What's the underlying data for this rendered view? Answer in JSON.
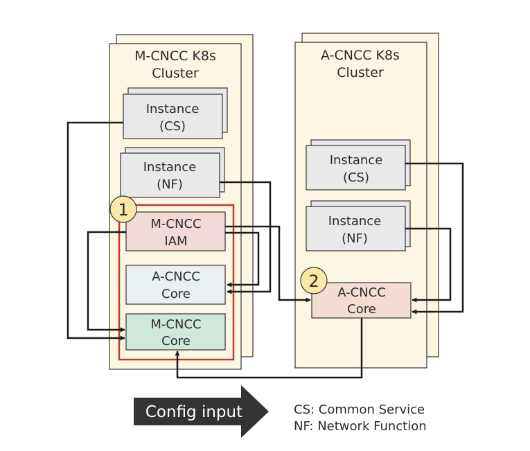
{
  "clusters": {
    "m_cncc": {
      "title_line1": "M-CNCC K8s",
      "title_line2": "Cluster"
    },
    "a_cncc": {
      "title_line1": "A-CNCC K8s",
      "title_line2": "Cluster"
    }
  },
  "components": {
    "m_instance_cs": {
      "line1": "Instance",
      "line2": "(CS)"
    },
    "m_instance_nf": {
      "line1": "Instance",
      "line2": "(NF)"
    },
    "m_cncc_iam": {
      "line1": "M-CNCC",
      "line2": "IAM"
    },
    "a_cncc_core_local": {
      "line1": "A-CNCC",
      "line2": "Core"
    },
    "m_cncc_core": {
      "line1": "M-CNCC",
      "line2": "Core"
    },
    "a_instance_cs": {
      "line1": "Instance",
      "line2": "(CS)"
    },
    "a_instance_nf": {
      "line1": "Instance",
      "line2": "(NF)"
    },
    "a_cncc_core_remote": {
      "line1": "A-CNCC",
      "line2": "Core"
    }
  },
  "markers": {
    "one": "1",
    "two": "2"
  },
  "config_input": "Config input",
  "legend": {
    "cs": "CS: Common Service",
    "nf": "NF: Network Function"
  },
  "colors": {
    "cluster_fill": "#fdf6e3",
    "instance_fill": "#e9e9e9",
    "iam_fill": "#f3d9d7",
    "core_local_fill": "#e9f0f1",
    "m_core_fill": "#cfe8dc",
    "a_core_fill": "#f4dcd2",
    "highlight_border": "#c0392b",
    "marker_fill": "#fce8a6",
    "arrow_fill": "#333333"
  }
}
